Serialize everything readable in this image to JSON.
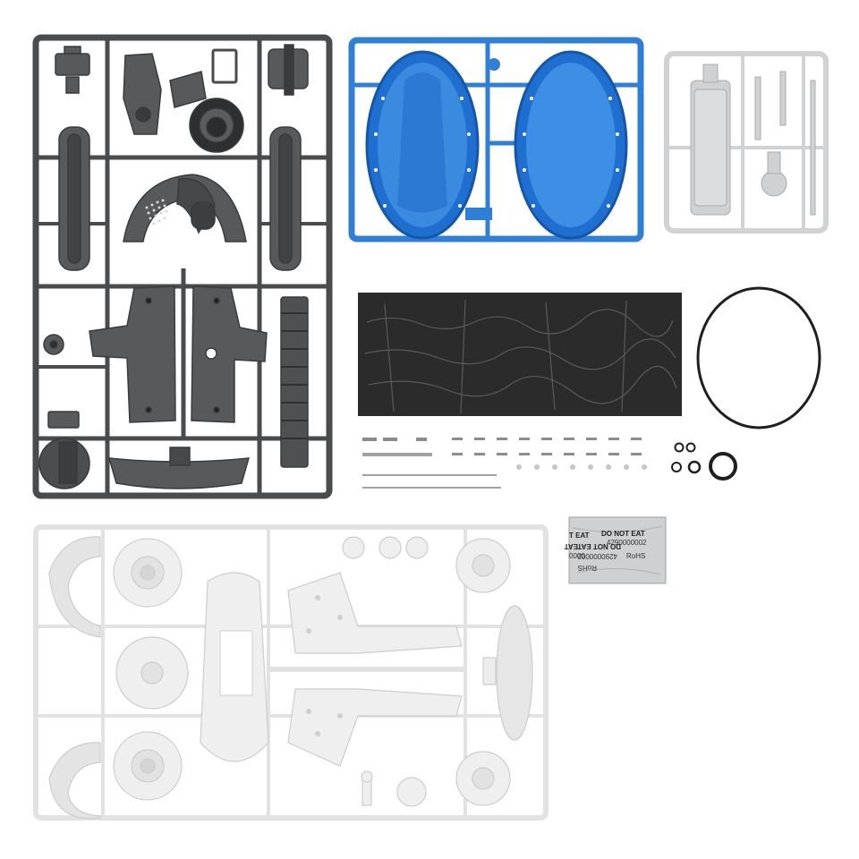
{
  "scene": {
    "kind": "product-kit-contents",
    "sprues": [
      {
        "name": "dark-gray-sprue",
        "color": "#4a4b4d"
      },
      {
        "name": "blue-sprue",
        "color": "#2f7fd6"
      },
      {
        "name": "light-gray-sprue",
        "color": "#d6d8da"
      },
      {
        "name": "white-sprue",
        "color": "#eeeeee"
      }
    ],
    "extras": [
      "foam-sheet",
      "rubber-o-ring-large",
      "small-o-rings",
      "screws",
      "shafts",
      "desiccant-packet"
    ],
    "packet": {
      "warning_1": "DO NOT EAT",
      "warning_2": "DO NOT EAT",
      "code_1": "4290000002",
      "code_2": "4290000002",
      "mark_1": "RoHS",
      "mark_2": "RoHS",
      "edge_1": "T EAT",
      "edge_2": "0000",
      "edge_3": "EAT"
    }
  }
}
